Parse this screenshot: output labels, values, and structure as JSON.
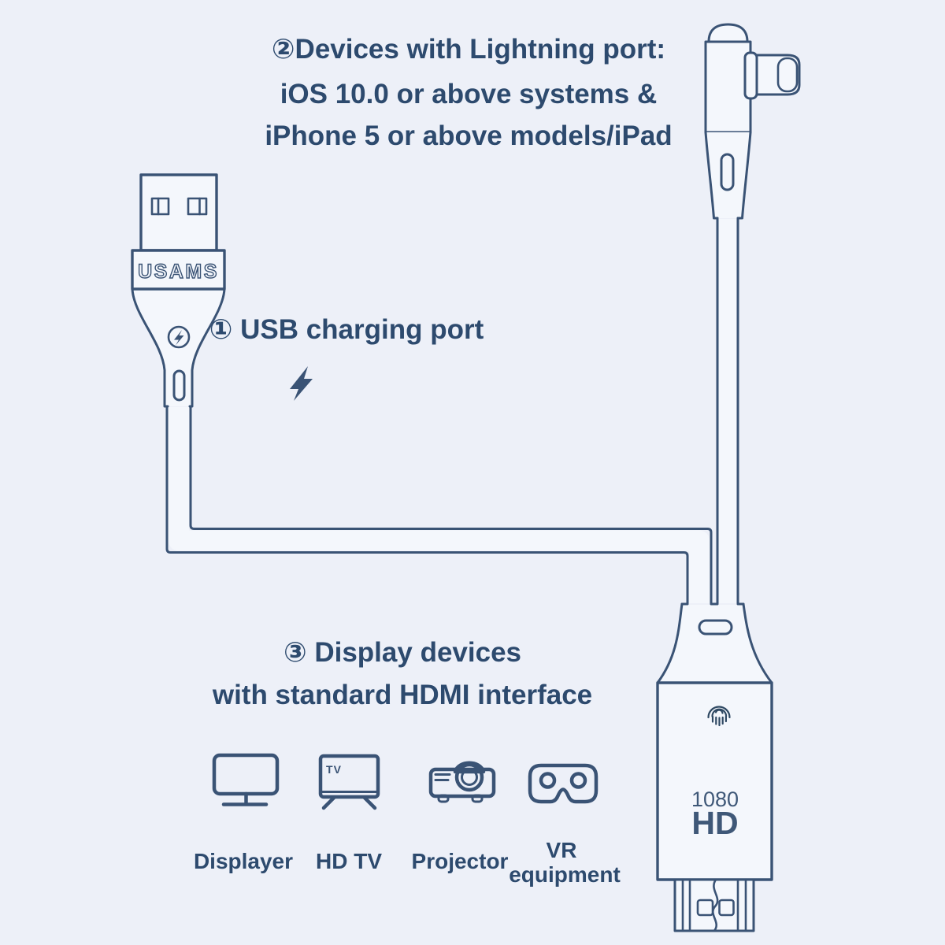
{
  "page": {
    "background_color": "#edf0f8",
    "line_color": "#3a5375",
    "text_color": "#2d4a6e",
    "shape_fill_color": "#f4f7fc"
  },
  "callouts": {
    "lightning_devices": {
      "line1": "②Devices with Lightning port:",
      "line2": "iOS 10.0 or above systems &",
      "line3": "iPhone 5 or above models/iPad"
    },
    "usb_charging_port": {
      "label": "① USB charging port"
    },
    "display_devices": {
      "line1": "③ Display devices",
      "line2": "with standard HDMI interface"
    }
  },
  "connectors": {
    "usb": {
      "brand": "USAMS"
    },
    "hdmi": {
      "line1": "1080",
      "line2": "HD"
    }
  },
  "compatible_devices": {
    "displayer": {
      "label": "Displayer"
    },
    "hd_tv": {
      "label": "HD TV",
      "screen_text": "TV"
    },
    "projector": {
      "label": "Projector"
    },
    "vr": {
      "label_line1": "VR",
      "label_line2": "equipment"
    }
  }
}
